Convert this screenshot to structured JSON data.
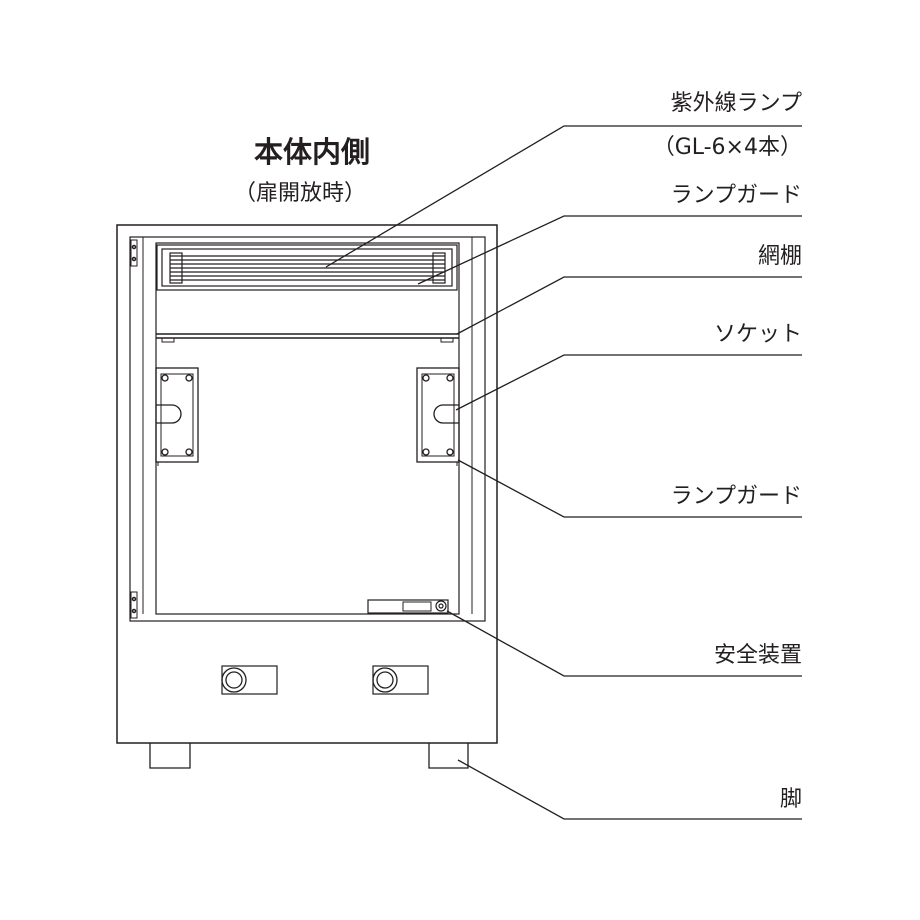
{
  "title": "本体内側",
  "subtitle": "（扉開放時）",
  "callouts": [
    {
      "id": "uv-lamp",
      "label": "紫外線ランプ",
      "sublabel": "（GL-6×4本）"
    },
    {
      "id": "lamp-guard-top",
      "label": "ランプガード"
    },
    {
      "id": "mesh-shelf",
      "label": "網棚"
    },
    {
      "id": "socket",
      "label": "ソケット"
    },
    {
      "id": "lamp-guard-side",
      "label": "ランプガード"
    },
    {
      "id": "safety-device",
      "label": "安全装置"
    },
    {
      "id": "leg",
      "label": "脚"
    }
  ],
  "colors": {
    "line": "#231f20",
    "background": "#ffffff"
  }
}
